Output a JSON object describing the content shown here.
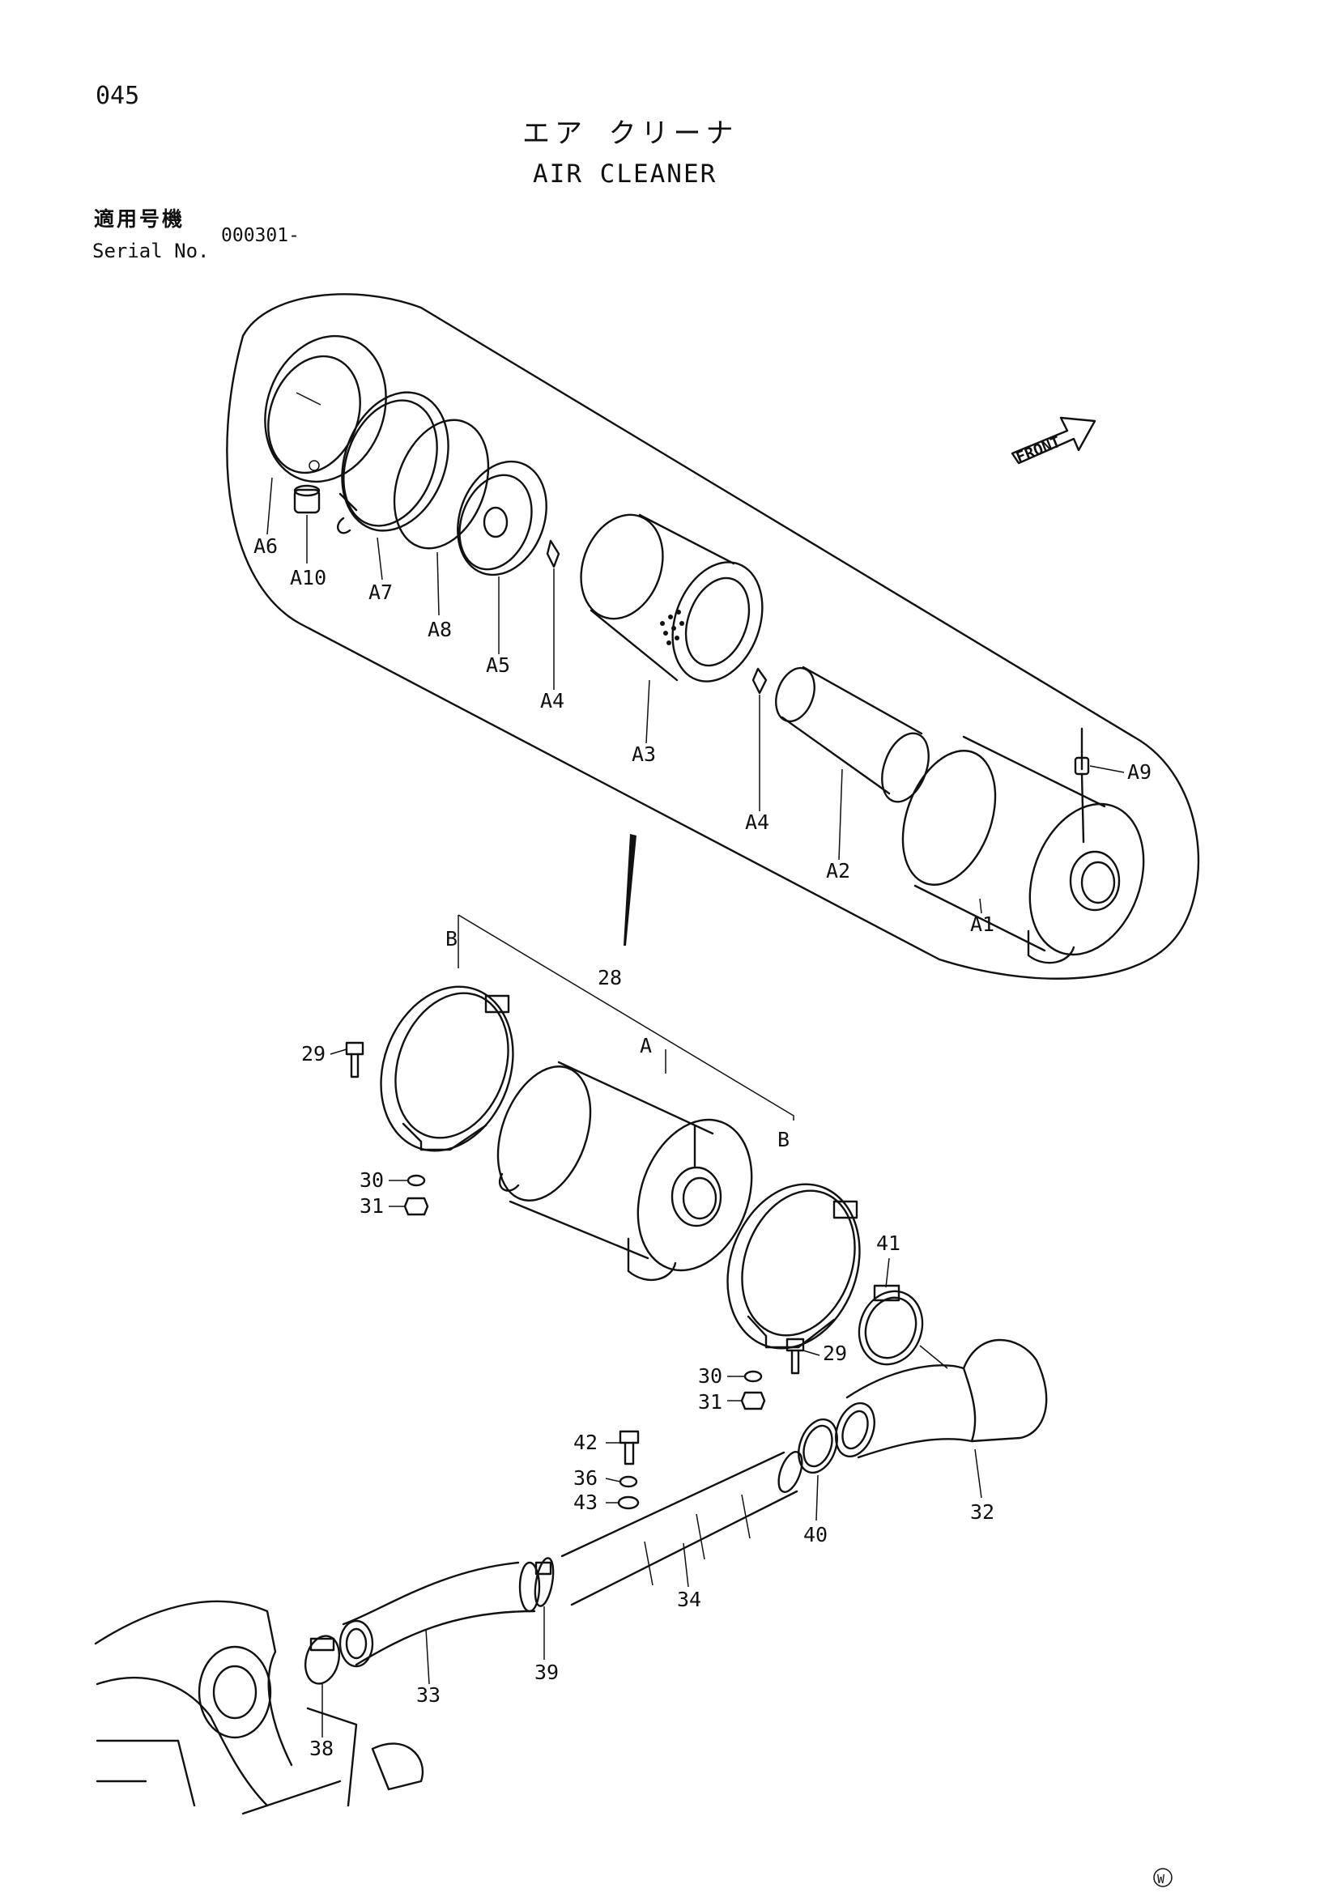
{
  "header": {
    "page_number": "045",
    "title_ja": "エア クリーナ",
    "title_en": "AIR CLEANER",
    "serial_label_ja": "適用号機",
    "serial_label_en": "Serial No.",
    "serial_value": "000301-"
  },
  "direction_label": "FRONT",
  "callouts": {
    "A1": "A1",
    "A2": "A2",
    "A3": "A3",
    "A4_upper": "A4",
    "A4_lower": "A4",
    "A5": "A5",
    "A6": "A6",
    "A7": "A7",
    "A8": "A8",
    "A9": "A9",
    "A10": "A10",
    "A": "A",
    "B_left": "B",
    "B_right": "B",
    "p28": "28",
    "p29_left": "29",
    "p29_right": "29",
    "p30_left": "30",
    "p30_right": "30",
    "p31_left": "31",
    "p31_right": "31",
    "p32": "32",
    "p33": "33",
    "p34": "34",
    "p36": "36",
    "p38": "38",
    "p39": "39",
    "p40": "40",
    "p41": "41",
    "p42": "42",
    "p43": "43"
  },
  "footer_mark": "W"
}
